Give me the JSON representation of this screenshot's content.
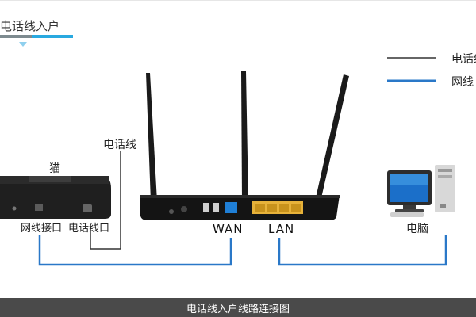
{
  "title": "电话线入户",
  "legend": [
    {
      "label": "电话线",
      "color": "#333333"
    },
    {
      "label": "网线",
      "color": "#2a78c8"
    }
  ],
  "devices": {
    "modem": {
      "label": "猫",
      "ports": [
        "网线接口",
        "电话线口"
      ]
    },
    "router": {
      "ports": [
        "WAN",
        "LAN"
      ]
    },
    "computer": {
      "label": "电脑"
    }
  },
  "phone_line_label": "电话线",
  "footer": "电话线入户线路连接图",
  "colors": {
    "phone_line": "#333333",
    "network_cable": "#2a78c8",
    "accent": "#29a9e0",
    "footer_bg": "#4a4a4a",
    "router_port_wan": "#1f7fd6",
    "router_port_lan": "#e7b23a"
  }
}
